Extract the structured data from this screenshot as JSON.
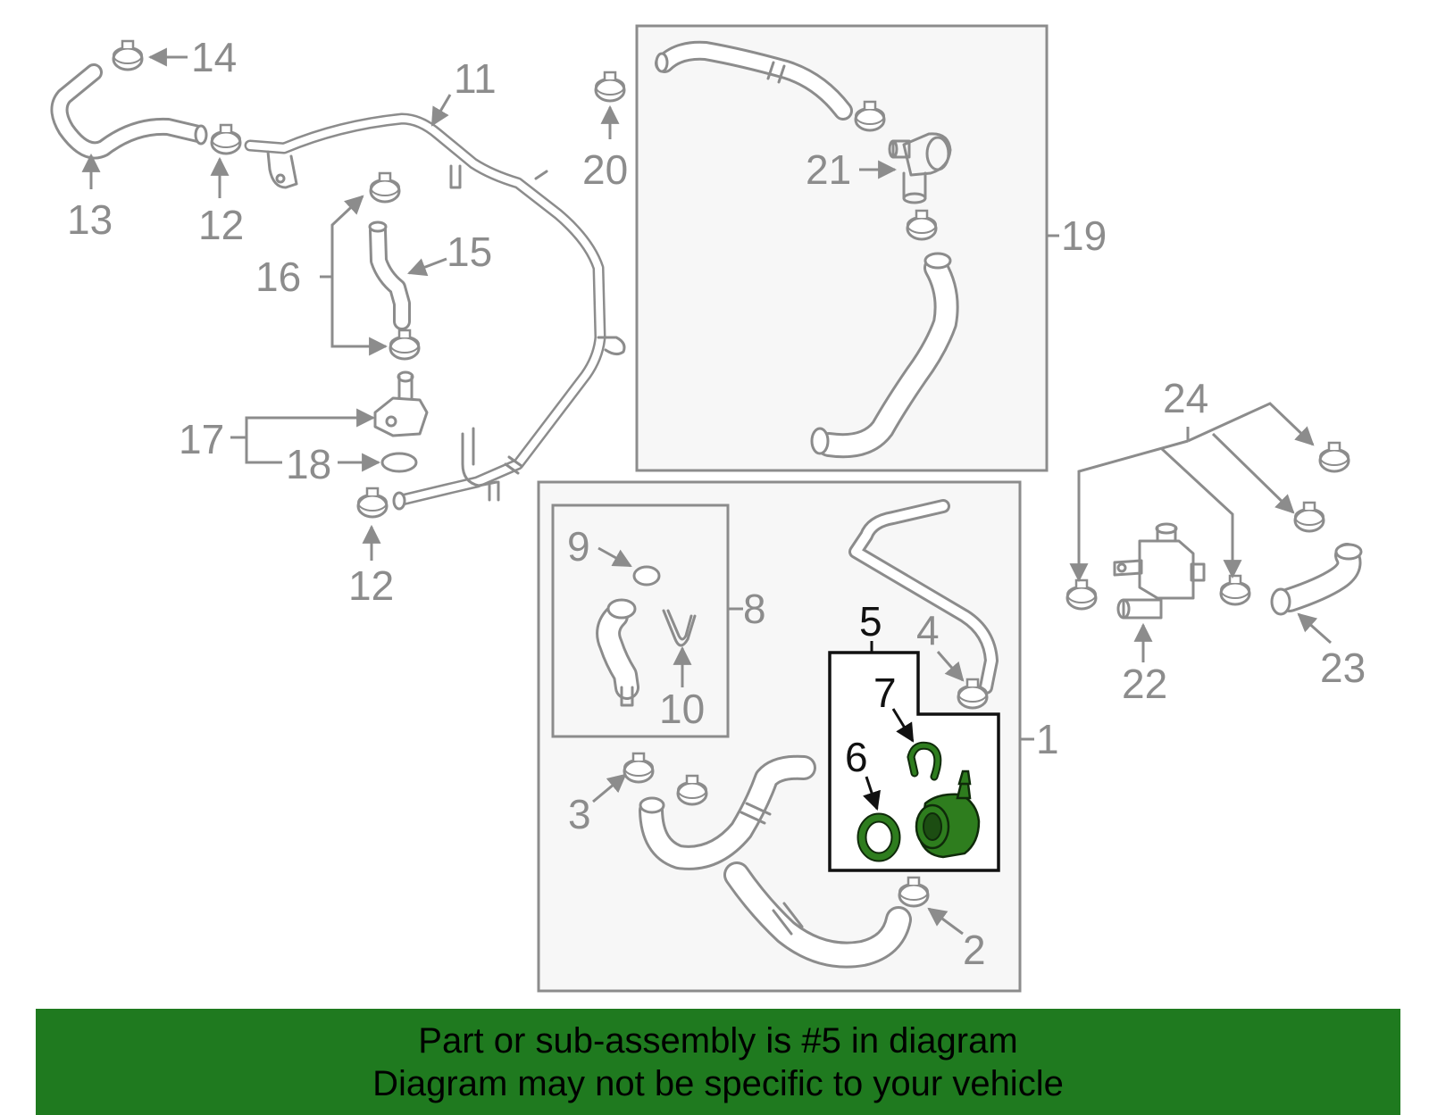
{
  "diagram": {
    "callouts": {
      "c1": "1",
      "c2": "2",
      "c3": "3",
      "c4": "4",
      "c5": "5",
      "c6": "6",
      "c7": "7",
      "c8": "8",
      "c9": "9",
      "c10": "10",
      "c11": "11",
      "c12a": "12",
      "c12b": "12",
      "c13": "13",
      "c14": "14",
      "c15": "15",
      "c16": "16",
      "c17": "17",
      "c18": "18",
      "c19": "19",
      "c20": "20",
      "c21": "21",
      "c22": "22",
      "c23": "23",
      "c24": "24"
    },
    "highlight_color": "#2e7d1e"
  },
  "banner": {
    "line1": "Part or sub-assembly is #5 in diagram",
    "line2": "Diagram may not be specific to your vehicle",
    "background": "#1f7a1f"
  }
}
